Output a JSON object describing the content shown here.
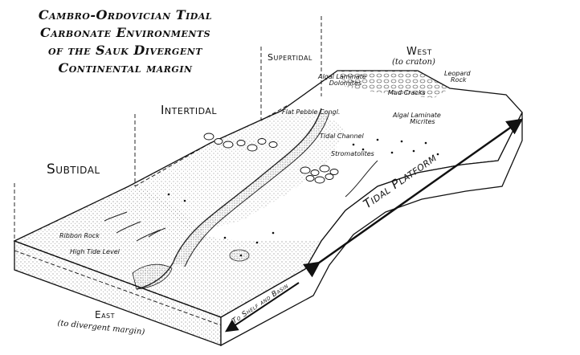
{
  "title": {
    "line1": "Cambro-Ordovician Tidal",
    "line2": "Carbonate Environments",
    "line3": "of the Sauk Divergent",
    "line4": "Continental margin"
  },
  "zones": {
    "supertidal": "Supertidal",
    "intertidal": "Intertidal",
    "subtidal": "Subtidal"
  },
  "directions": {
    "west": "West",
    "west_sub": "(to craton)",
    "east": "East",
    "east_sub": "(to divergent margin)"
  },
  "features": {
    "algal_dolomites_1": "Algal Laminate",
    "algal_dolomites_2": "Dolomites",
    "leopard_rock_1": "Leopard",
    "leopard_rock_2": "Rock",
    "mud_cracks": "Mud Cracks",
    "flat_pebble": "Flat Pebble Congl.",
    "algal_micrites_1": "Algal Laminate",
    "algal_micrites_2": "Micrites",
    "tidal_channel": "Tidal Channel",
    "stromatolites": "Stromatolites",
    "ribbon_rock": "Ribbon Rock",
    "high_tide": "High Tide Level"
  },
  "arrows": {
    "tidal_platform": "Tidal Platform",
    "shelf_basin": "To Shelf and Basin"
  },
  "colors": {
    "ink": "#111111",
    "paper": "#ffffff"
  }
}
